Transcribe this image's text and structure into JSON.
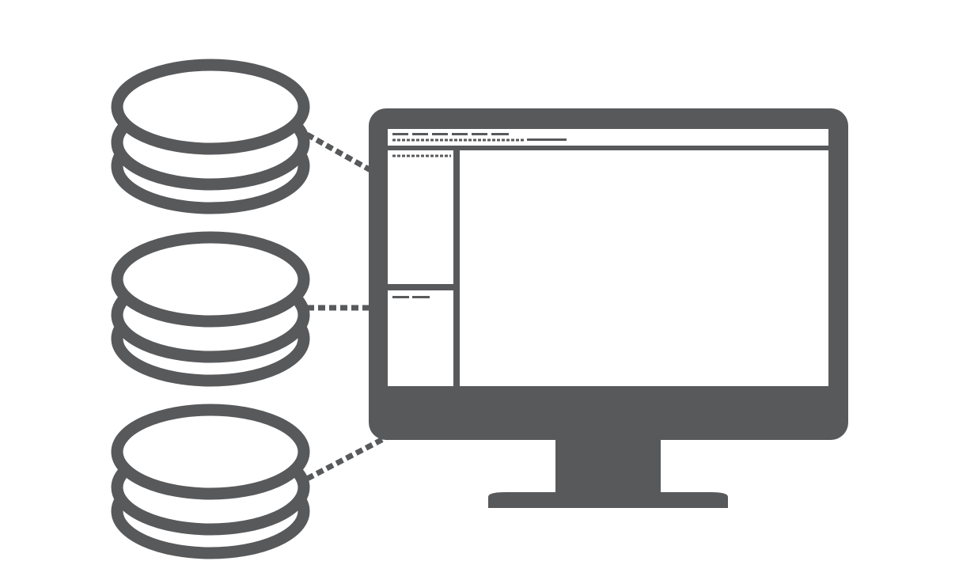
{
  "colors": {
    "background": "#ffffff",
    "foreground": "#58595b"
  },
  "databases": [
    {
      "icon": "database-icon"
    },
    {
      "icon": "database-icon"
    },
    {
      "icon": "database-icon"
    }
  ],
  "monitor": {
    "icon": "desktop-monitor-icon",
    "screen": {
      "title_bar": "toolbar-placeholder-lines",
      "sidebar_panels": 2,
      "main_panel": "content-area"
    }
  },
  "connections": {
    "style": "dashed",
    "count": 3
  }
}
